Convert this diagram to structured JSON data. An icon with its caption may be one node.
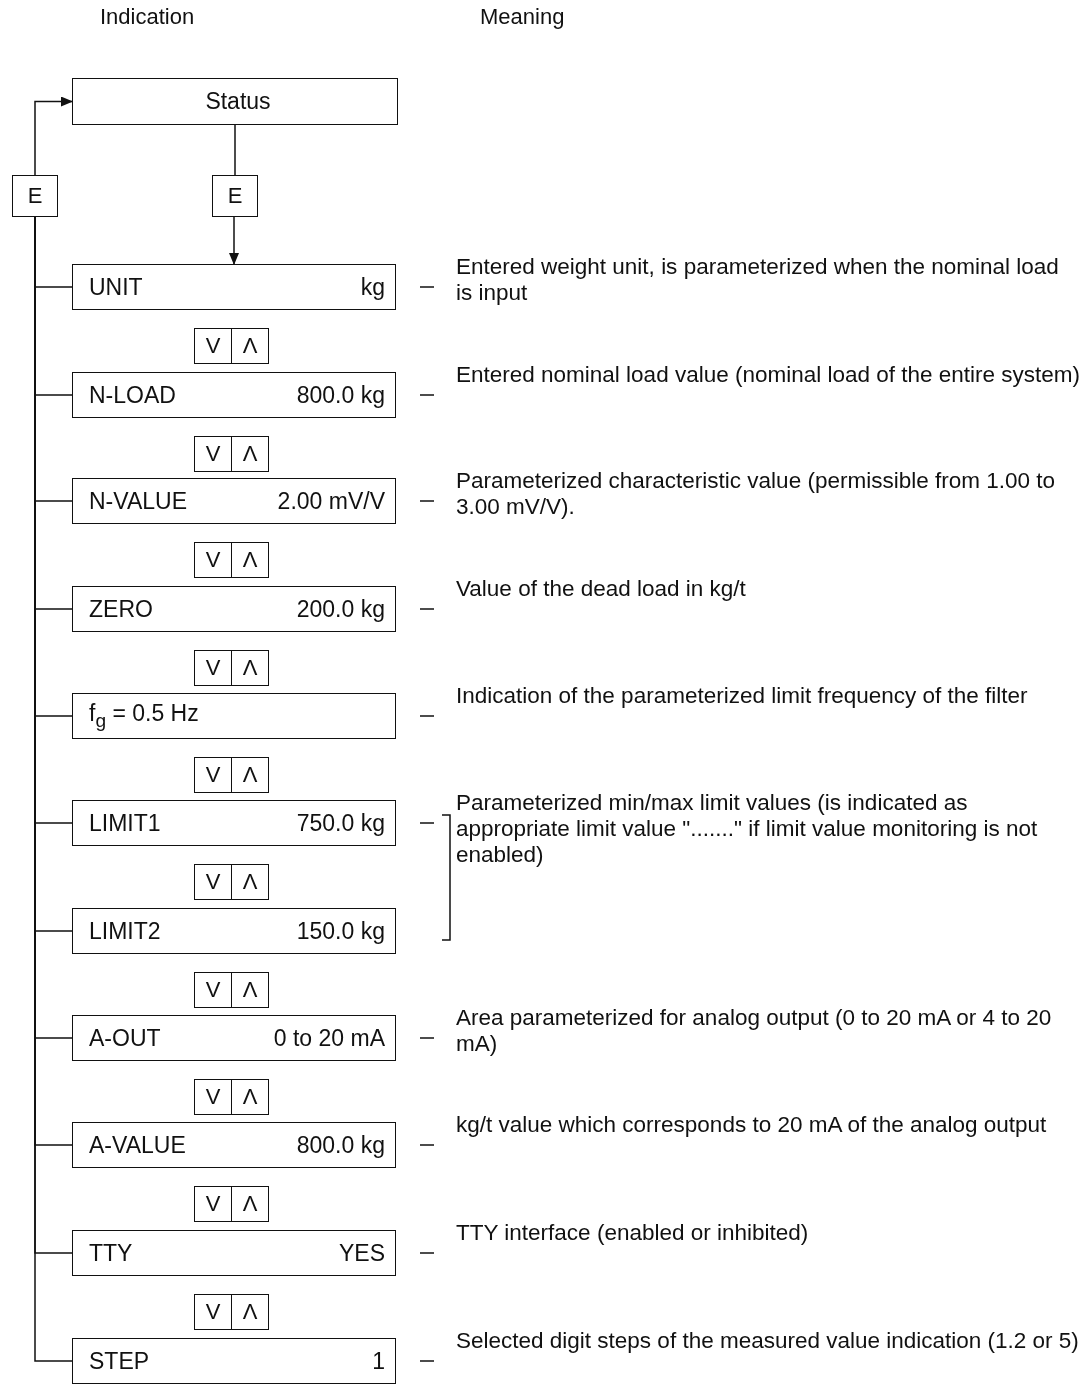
{
  "diagram": {
    "nodes": [
      {
        "text": [
          "Status"
        ]
      },
      {
        "text": [
          "E"
        ]
      },
      {
        "text": [
          "E"
        ]
      },
      {
        "text": [
          "UNIT",
          "kg"
        ],
        "beside": [
          "Entered weight unit, is parameterized when the nominal load is input"
        ]
      },
      {
        "text": [
          "V"
        ]
      },
      {
        "text": [
          "Λ"
        ]
      },
      {
        "text": [
          "N-LOAD",
          "800.0 kg"
        ],
        "beside": [
          "Entered nominal load value (nominal load of the entire system)"
        ]
      },
      {
        "text": [
          "V"
        ]
      },
      {
        "text": [
          "Λ"
        ]
      },
      {
        "text": [
          "N-VALUE",
          "2.00 mV/V"
        ],
        "beside": [
          "Parameterized characteristic value (permissible from 1.00 to 3.00 mV/V)."
        ]
      },
      {
        "text": [
          "V"
        ]
      },
      {
        "text": [
          "Λ"
        ]
      },
      {
        "text": [
          "ZERO",
          "200.0 kg"
        ],
        "beside": [
          "Value of the dead load in kg/t"
        ]
      },
      {
        "text": [
          "V"
        ]
      },
      {
        "text": [
          "Λ"
        ]
      },
      {
        "text": [
          "f$_{g}$ = 0.5 Hz"
        ],
        "beside": [
          "Indication of the parameterized limit frequency of the filter"
        ]
      },
      {
        "text": [
          "V"
        ]
      },
      {
        "text": [
          "Λ"
        ]
      },
      {
        "text": [
          "LIMIT1",
          "750.0 kg"
        ],
        "beside": [
          "Parameterized min/max limit values (is indicated as appropriate limit value \".......\" if limit value monitoring is not enabled)"
        ]
      },
      {
        "text": [
          "V"
        ]
      },
      {
        "text": [
          "Λ"
        ]
      },
      {
        "text": [
          "LIMIT2",
          "150.0 kg"
        ]
      },
      {
        "text": [
          "V"
        ]
      },
      {
        "text": [
          "Λ"
        ]
      },
      {
        "text": [
          "A-OUT",
          "0 to 20 mA"
        ],
        "beside": [
          "Area parameterized for analog output (0 to 20 mA or 4 to 20 mA)"
        ]
      },
      {
        "text": [
          "V"
        ]
      },
      {
        "text": [
          "Λ"
        ]
      },
      {
        "text": [
          "A-VALUE",
          "800.0 kg"
        ],
        "beside": [
          "kg/t value which corresponds to 20 mA of the analog output"
        ]
      },
      {
        "text": [
          "V"
        ]
      },
      {
        "text": [
          "Λ"
        ]
      },
      {
        "text": [
          "TTY",
          "YES"
        ],
        "beside": [
          "TTY interface (enabled or inhibited)"
        ]
      },
      {
        "text": [
          "V"
        ]
      },
      {
        "text": [
          "Λ"
        ]
      },
      {
        "text": [
          "STEP",
          "1"
        ],
        "beside": [
          "Selected digit steps of the measured value indication (1.2 or 5)"
        ]
      }
    ],
    "edges": [
      {
        "from": 0,
        "to": 2,
        "arrow": "none"
      },
      {
        "from": 2,
        "to": 3,
        "arrow": "to"
      },
      {
        "from": 3,
        "to": 1,
        "arrow": "none"
      },
      {
        "from": 6,
        "to": 1,
        "arrow": "none"
      },
      {
        "from": 9,
        "to": 1,
        "arrow": "none"
      },
      {
        "from": 12,
        "to": 1,
        "arrow": "none"
      },
      {
        "from": 15,
        "to": 1,
        "arrow": "none"
      },
      {
        "from": 18,
        "to": 1,
        "arrow": "none"
      },
      {
        "from": 21,
        "to": 1,
        "arrow": "none"
      },
      {
        "from": 24,
        "to": 1,
        "arrow": "none"
      },
      {
        "from": 27,
        "to": 1,
        "arrow": "none"
      },
      {
        "from": 30,
        "to": 1,
        "arrow": "none"
      },
      {
        "from": 33,
        "to": 1,
        "arrow": "none"
      },
      {
        "from": 1,
        "to": 0,
        "arrow": "to"
      }
    ],
    "labels": [
      "Indication",
      "Meaning"
    ]
  }
}
